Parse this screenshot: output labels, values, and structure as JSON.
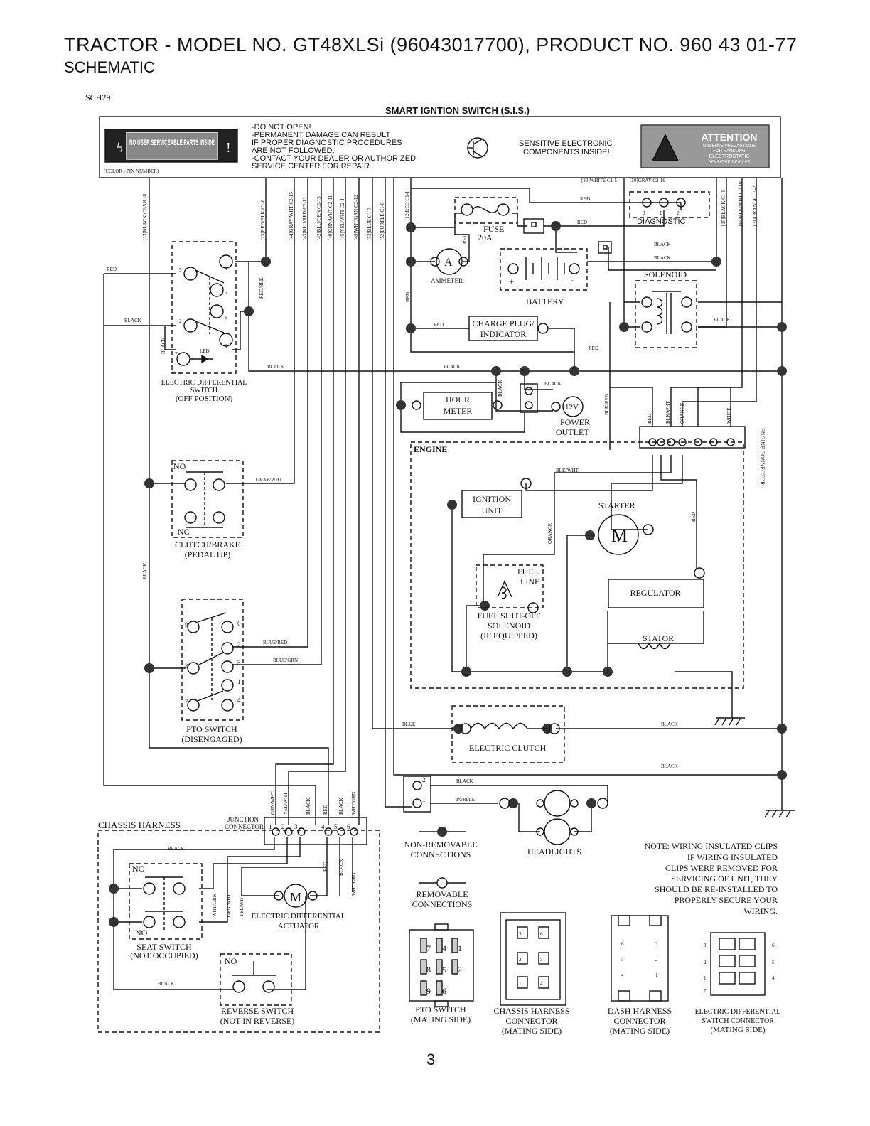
{
  "header": {
    "title": "TRACTOR - MODEL NO. GT48XLSi (96043017700), PRODUCT NO. 960 43 01-77",
    "subtitle": "SCHEMATIC",
    "code": "SCH29",
    "page_number": "3"
  },
  "sis": {
    "title": "SMART IGNTION SWITCH (S.I.S.)",
    "badge_text": "NO USER SERVICEABLE PARTS INSIDE",
    "warning_lines": [
      "-DO NOT OPEN!",
      "-PERMANENT DAMAGE CAN RESULT",
      " IF PROPER DIAGNOSTIC PROCEDURES",
      " ARE NOT FOLLOWED.",
      "-CONTACT YOUR DEALER OR AUTHORIZED",
      " SERVICE CENTER FOR REPAIR."
    ],
    "color_pin_note": "(COLOR - PIN NUMBER)",
    "sensitive_lines": [
      "SENSITIVE ELECTRONIC",
      "COMPONENTS INSIDE!"
    ],
    "attention_title": "ATTENTION",
    "attention_lines": [
      "OBSERVE PRECAUTIONS",
      "FOR HANDLING",
      "ELECTROSTATIC",
      "SENSITIVE DEVICES"
    ],
    "pins_top": [
      "[30]WHITE C1-5",
      "[50]GRAY C2-16"
    ],
    "pins_left": [
      "[13]BLACK C2-5,8,18",
      "[23]RED/BLK C1-6",
      "[44]GRAY/WHT C2-15",
      "[43]BLU/RED C2-12",
      "[42]BLU/GRN C2-13",
      "[40]GRN/WHT C2-11",
      "[45]YEL/WHT C2-4",
      "[49]WHT/GRN C2-12",
      "[53]BLUE C1-7",
      "[52]PURPLE C1-8",
      "[12]RED C1-1"
    ],
    "pins_right": [
      "[15]BLACK C1-5",
      "[65]BLK/WHT C2-10",
      "[31]ORANGE C1-2"
    ]
  },
  "components": {
    "fuse": [
      "FUSE",
      "20A"
    ],
    "ammeter": "AMMETER",
    "battery": "BATTERY",
    "diagnostic": "DIAGNOSTIC",
    "solenoid": "SOLENOID",
    "charge_plug": [
      "CHARGE PLUG/",
      "INDICATOR"
    ],
    "hour_meter": [
      "HOUR",
      "METER"
    ],
    "power_outlet": [
      "POWER",
      "OUTLET"
    ],
    "power_outlet_volt": "12V",
    "engine": "ENGINE",
    "engine_connector": "ENGINE CONNECTOR",
    "ignition_unit": [
      "IGNITION",
      "UNIT"
    ],
    "starter": "STARTER",
    "fuel_line": [
      "FUEL",
      "LINE"
    ],
    "fuel_solenoid": [
      "FUEL SHUT-OFF",
      "SOLENOID",
      "(IF EQUIPPED)"
    ],
    "regulator": "REGULATOR",
    "stator": "STATOR",
    "edsw": [
      "ELECTRIC DIFFERENTIAL",
      "SWITCH",
      "(OFF POSITION)"
    ],
    "led": "LED",
    "clutch_brake": [
      "CLUTCH/BRAKE",
      "(PEDAL UP)"
    ],
    "pto_switch": [
      "PTO SWITCH",
      "(DISENGAGED)"
    ],
    "electric_clutch": "ELECTRIC CLUTCH",
    "headlights": "HEADLIGHTS",
    "chassis_harness": "CHASSIS HARNESS",
    "junction": [
      "JUNCTION",
      "CONNECTOR"
    ],
    "seat_switch": [
      "SEAT SWITCH",
      "(NOT OCCUPIED)"
    ],
    "reverse_switch": [
      "REVERSE SWITCH",
      "(NOT IN REVERSE)"
    ],
    "ed_actuator": [
      "ELECTRIC DIFFERENTIAL",
      "ACTUATOR"
    ],
    "motor_letter": "M",
    "ammeter_letter": "A",
    "no": "NO",
    "nc": "NC"
  },
  "wires": {
    "red": "RED",
    "black": "BLACK",
    "blue": "BLUE",
    "purple": "PURPLE",
    "gray_wht": "GRAY/WHT",
    "blue_red": "BLUE/RED",
    "blue_grn": "BLUE/GRN",
    "red_blk": "RED/BLK",
    "blk_wht": "BLK/WHT",
    "blk_red": "BLK/RED",
    "orange": "ORANGE",
    "white": "WHITE",
    "grn_wht": "GRN/WHT",
    "yel_wht": "YEL/WHT",
    "wht_grn": "WHT/GRN"
  },
  "legend": {
    "non_removable": [
      "NON-REMOVABLE",
      "CONNECTIONS"
    ],
    "removable": [
      "REMOVABLE",
      "CONNECTIONS"
    ]
  },
  "note": [
    "NOTE: WIRING INSULATED CLIPS",
    "IF WIRING INSULATED",
    "CLIPS WERE REMOVED FOR",
    "SERVICING OF UNIT, THEY",
    "SHOULD BE RE-INSTALLED TO",
    "PROPERLY SECURE YOUR",
    "WIRING."
  ],
  "connectors": {
    "pto": [
      "PTO SWITCH",
      "(MATING SIDE)"
    ],
    "chassis": [
      "CHASSIS HARNESS",
      "CONNECTOR",
      "(MATING SIDE)"
    ],
    "dash": [
      "DASH HARNESS",
      "CONNECTOR",
      "(MATING SIDE)"
    ],
    "edsw": [
      "ELECTRIC DIFFERENTIAL",
      "SWITCH CONNECTOR",
      "(MATING SIDE)"
    ]
  }
}
